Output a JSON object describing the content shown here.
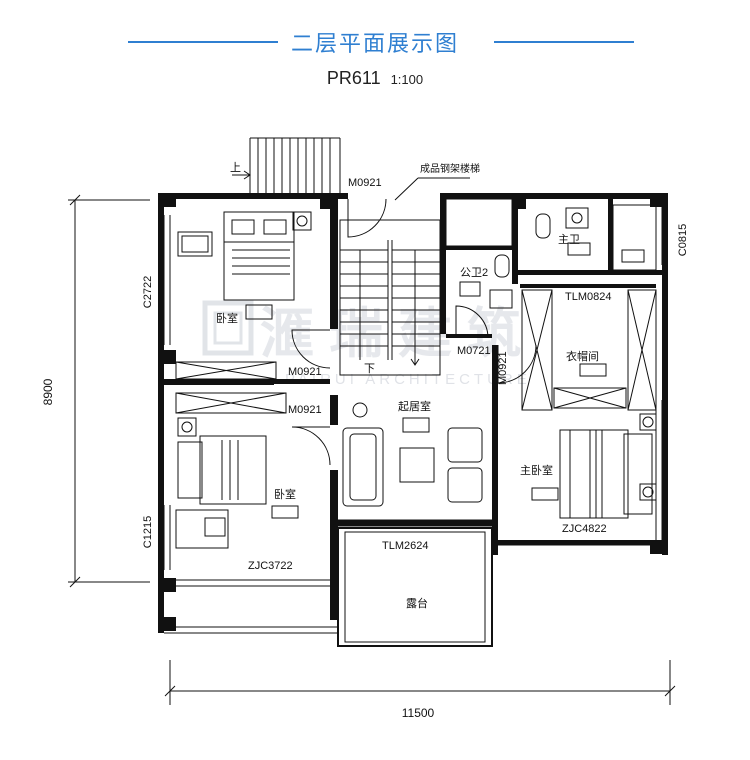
{
  "header": {
    "title": "二层平面展示图",
    "code": "PR611",
    "scale": "1:100"
  },
  "plan": {
    "dimensions": {
      "overall_width": "11500",
      "overall_depth": "8900"
    },
    "doors": {
      "m0921_stair": "M0921",
      "m0921_mid1": "M0921",
      "m0921_mid2": "M0921",
      "m0721": "M0721",
      "m0921_master": "M0921",
      "tlm0824": "TLM0824",
      "tlm2624": "TLM2624"
    },
    "windows": {
      "c2722": "C2722",
      "c1215": "C1215",
      "c0815": "C0815",
      "zjc3722": "ZJC3722",
      "zjc4822": "ZJC4822"
    },
    "rooms": {
      "bedroom1": "卧室",
      "bedroom2": "卧室",
      "living": "起居室",
      "bath2": "公卫2",
      "master_bath": "主卫",
      "closet": "衣帽间",
      "master_bedroom": "主卧室",
      "terrace": "露台"
    },
    "stair": {
      "up": "上",
      "down": "下",
      "steel_stair": "成品钢架楼梯"
    }
  },
  "watermark": {
    "text": "PAIRUI ARCHITECTURE"
  },
  "colors": {
    "accent": "#2f7fd1",
    "wall": "#111111",
    "watermark": "#c9ced6"
  }
}
